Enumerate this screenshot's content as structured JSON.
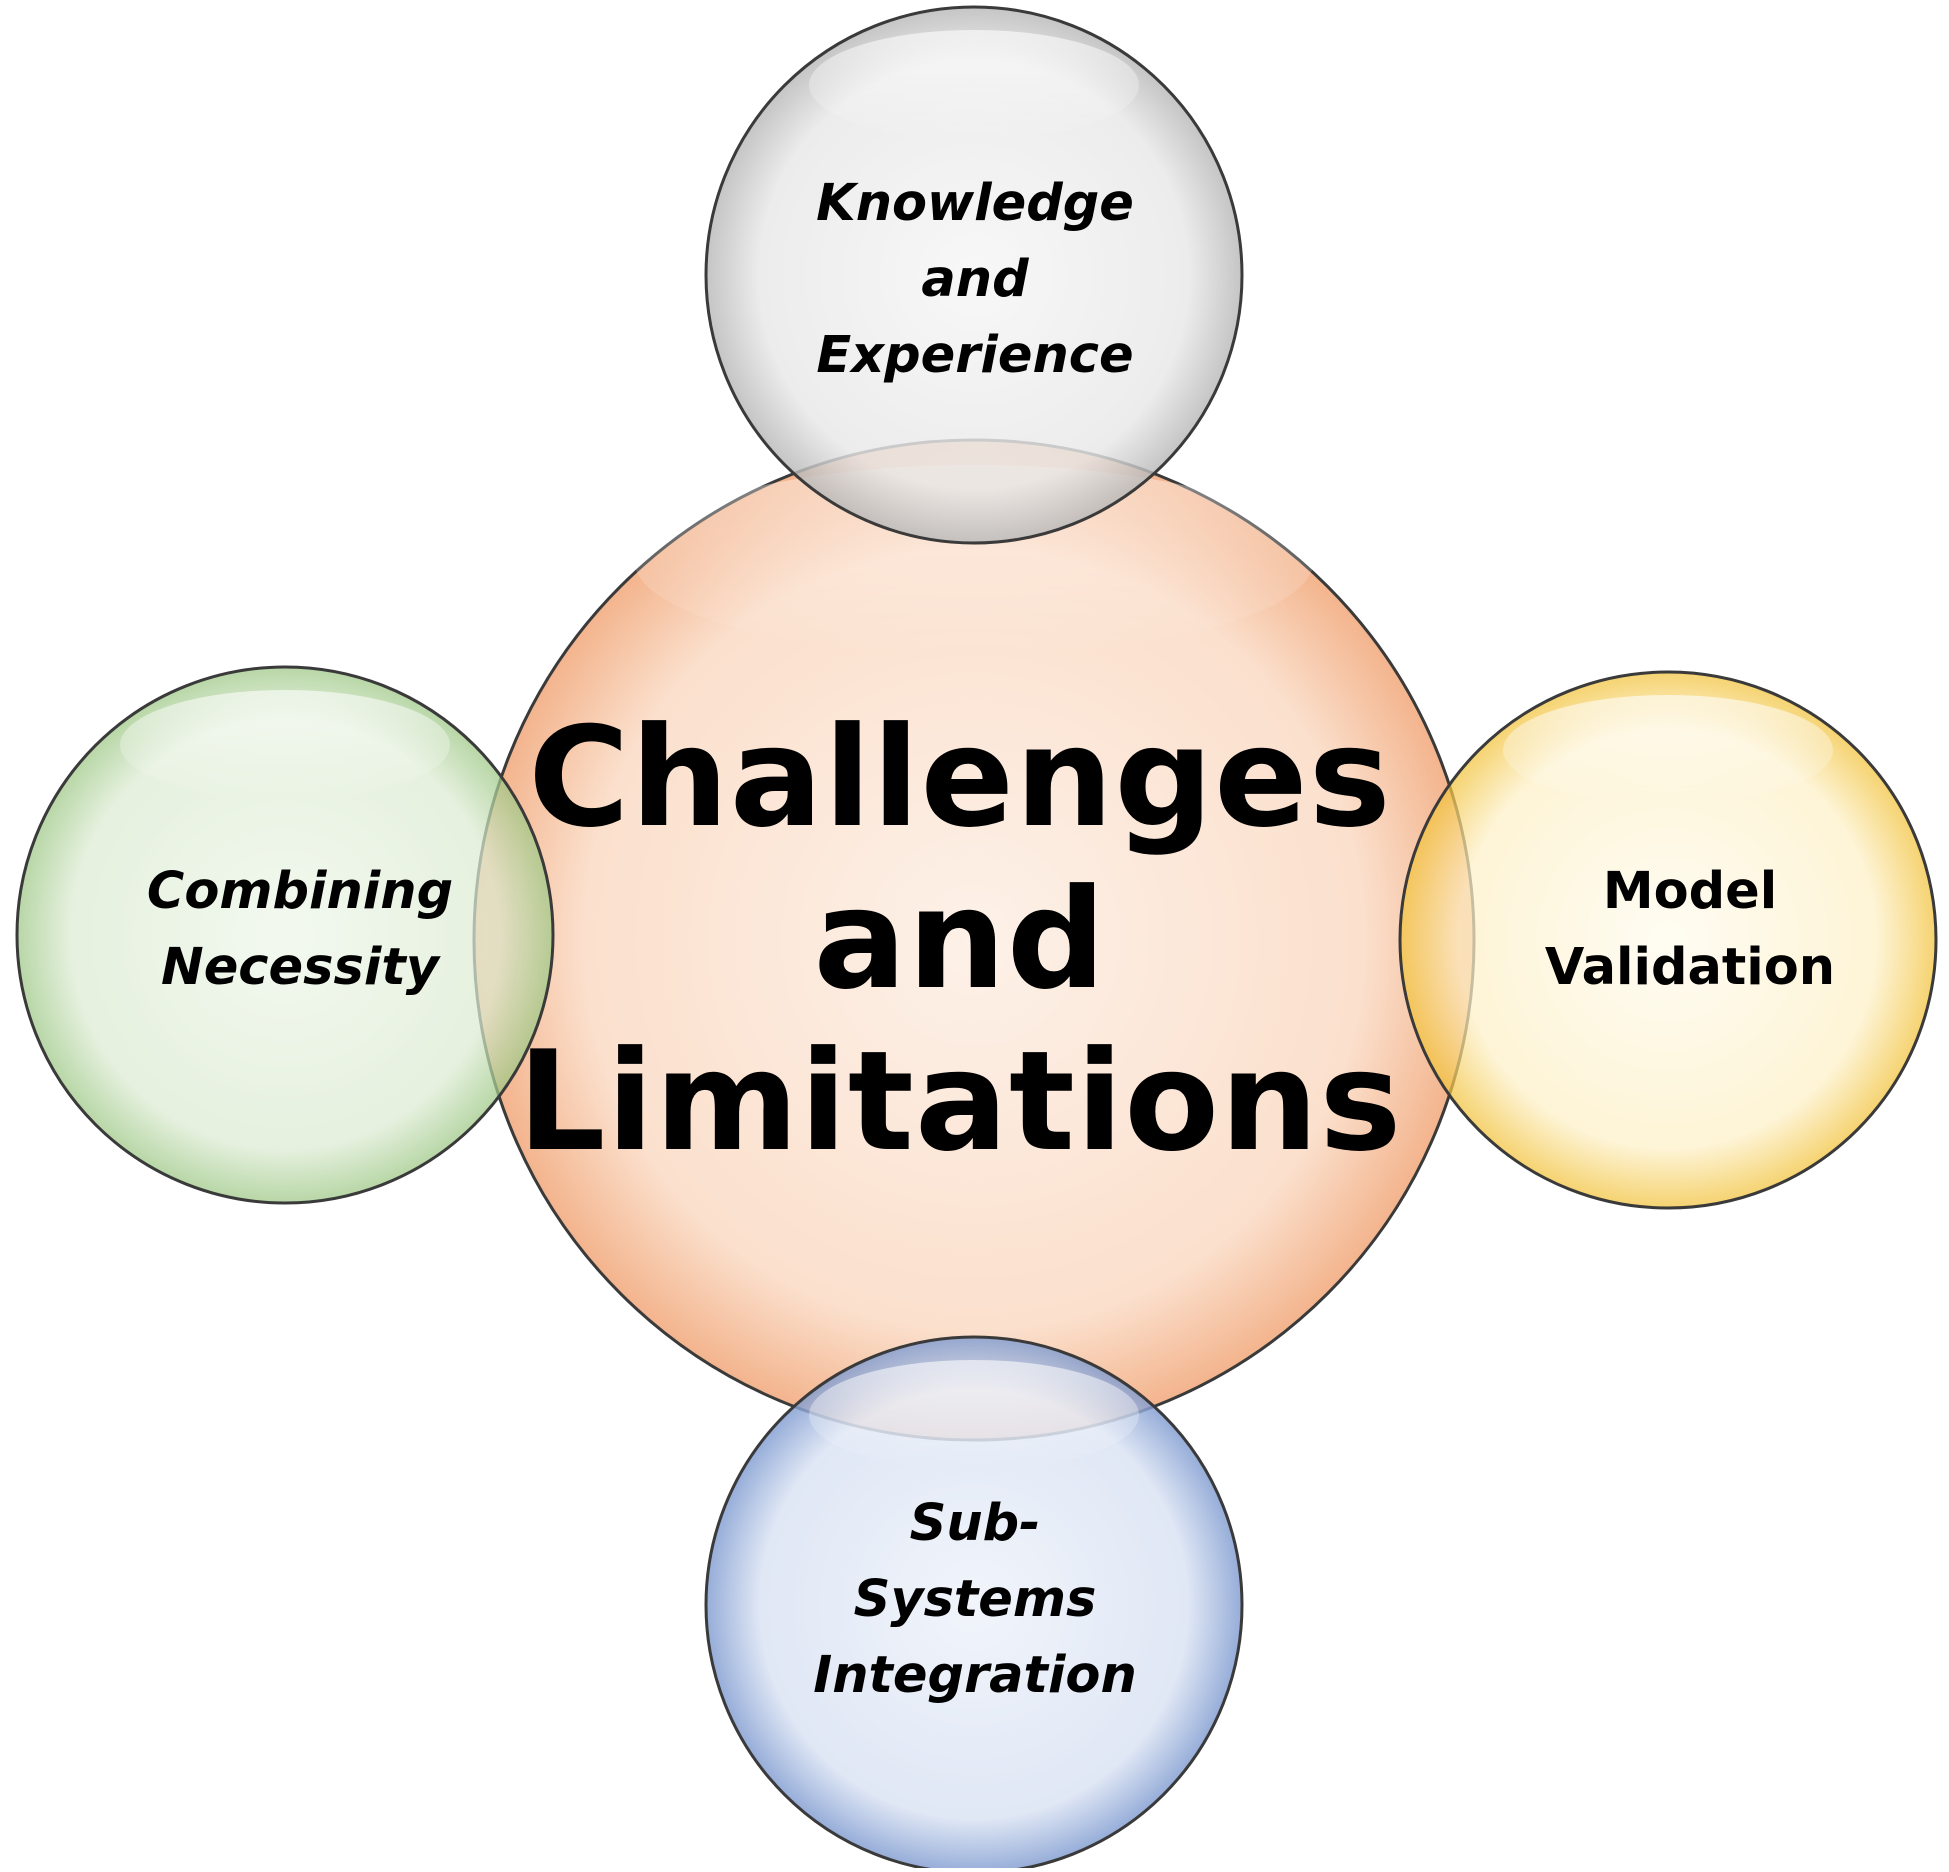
{
  "diagram": {
    "center": {
      "label": "Challenges\nand\nLimitations",
      "fill": "#fbe3d3",
      "stroke": "#f4b183"
    },
    "satellites": [
      {
        "id": "top",
        "label": "Knowledge\nand\nExperience",
        "italic": true,
        "fill": "#e6e6e6",
        "stroke": "#a6a6a6"
      },
      {
        "id": "left",
        "label": "Combining\nNecessity",
        "italic": true,
        "fill": "#dcebd2",
        "stroke": "#70ad47"
      },
      {
        "id": "right",
        "label": "Model\nValidation",
        "italic": false,
        "fill": "#fdf0c6",
        "stroke": "#ffc000"
      },
      {
        "id": "bottom",
        "label": "Sub-\nSystems\nIntegration",
        "italic": true,
        "fill": "#d9e2f3",
        "stroke": "#4472c4"
      }
    ]
  }
}
